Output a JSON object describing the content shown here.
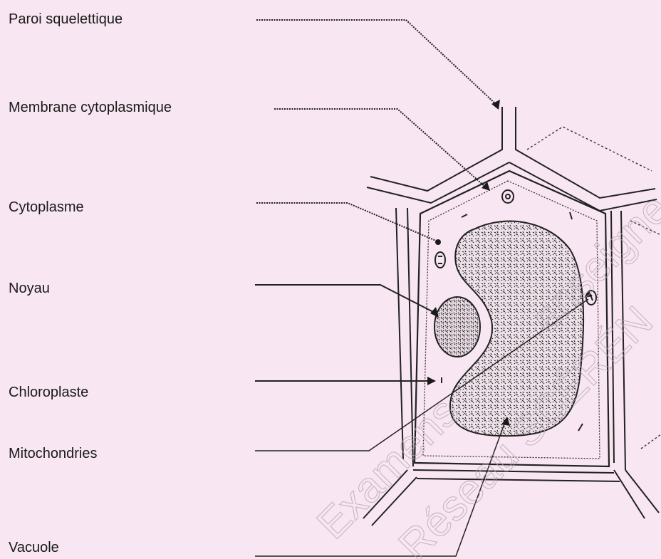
{
  "labels": {
    "paroi": "Paroi squelettique",
    "membrane": "Membrane cytoplasmique",
    "cytoplasme": "Cytoplasme",
    "noyau": "Noyau",
    "chloroplaste": "Chloroplaste",
    "mitochondries": "Mitochondries",
    "vacuole": "Vacuole"
  },
  "watermark": {
    "line1": "Examens",
    "line2": "Réseau SCÉRÉN",
    "line3": "enseigne"
  },
  "colors": {
    "background": "#f8e6f2",
    "ink": "#1a1a1a"
  }
}
